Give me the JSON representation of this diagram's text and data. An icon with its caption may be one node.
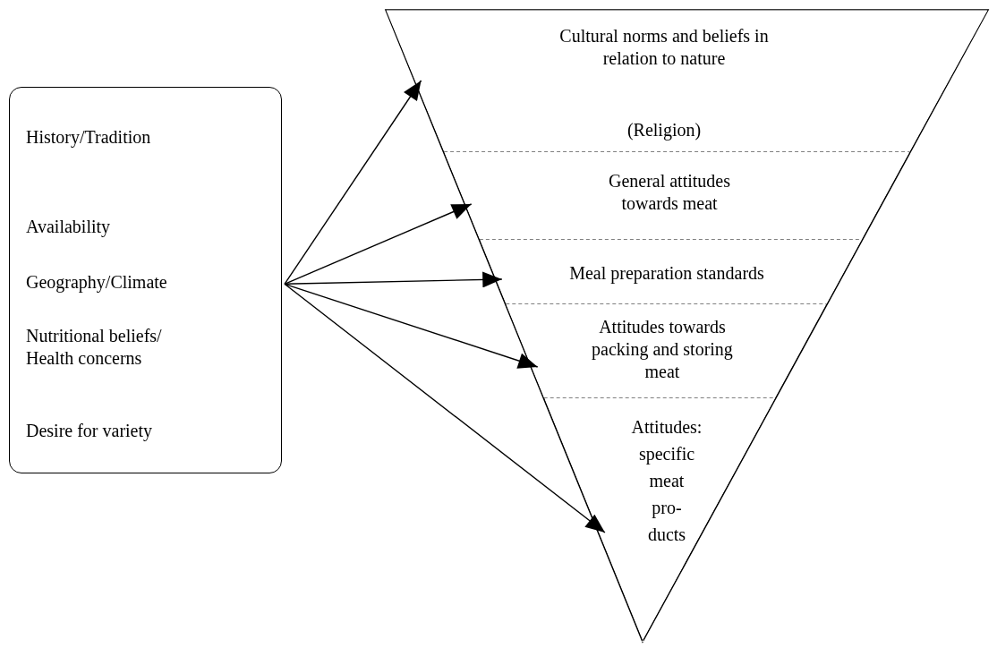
{
  "diagram": {
    "nodes": [
      {
        "text": [
          "History/Tradition",
          "Availability",
          "Geography/Climate",
          "Nutritional beliefs/ Health concerns",
          "Desire for variety"
        ]
      },
      {
        "text": [],
        "shape": "triangle"
      },
      {
        "text": [
          "Cultural norms and beliefs in relation to nature",
          "(Religion)"
        ],
        "in": 1
      },
      {
        "text": [
          "General attitudes towards meat"
        ],
        "in": 1
      },
      {
        "text": [
          "Meal preparation standards"
        ],
        "in": 1
      },
      {
        "text": [
          "Attitudes towards packing and storing meat"
        ],
        "in": 1
      },
      {
        "text": [
          "Attitudes: specific meat pro- ducts"
        ],
        "in": 1
      }
    ],
    "edges": [
      {
        "from": 0,
        "to": 2,
        "arrow": "to"
      },
      {
        "from": 0,
        "to": 3,
        "arrow": "to"
      },
      {
        "from": 0,
        "to": 4,
        "arrow": "to"
      },
      {
        "from": 0,
        "to": 5,
        "arrow": "to"
      },
      {
        "from": 0,
        "to": 6,
        "arrow": "to"
      }
    ]
  }
}
